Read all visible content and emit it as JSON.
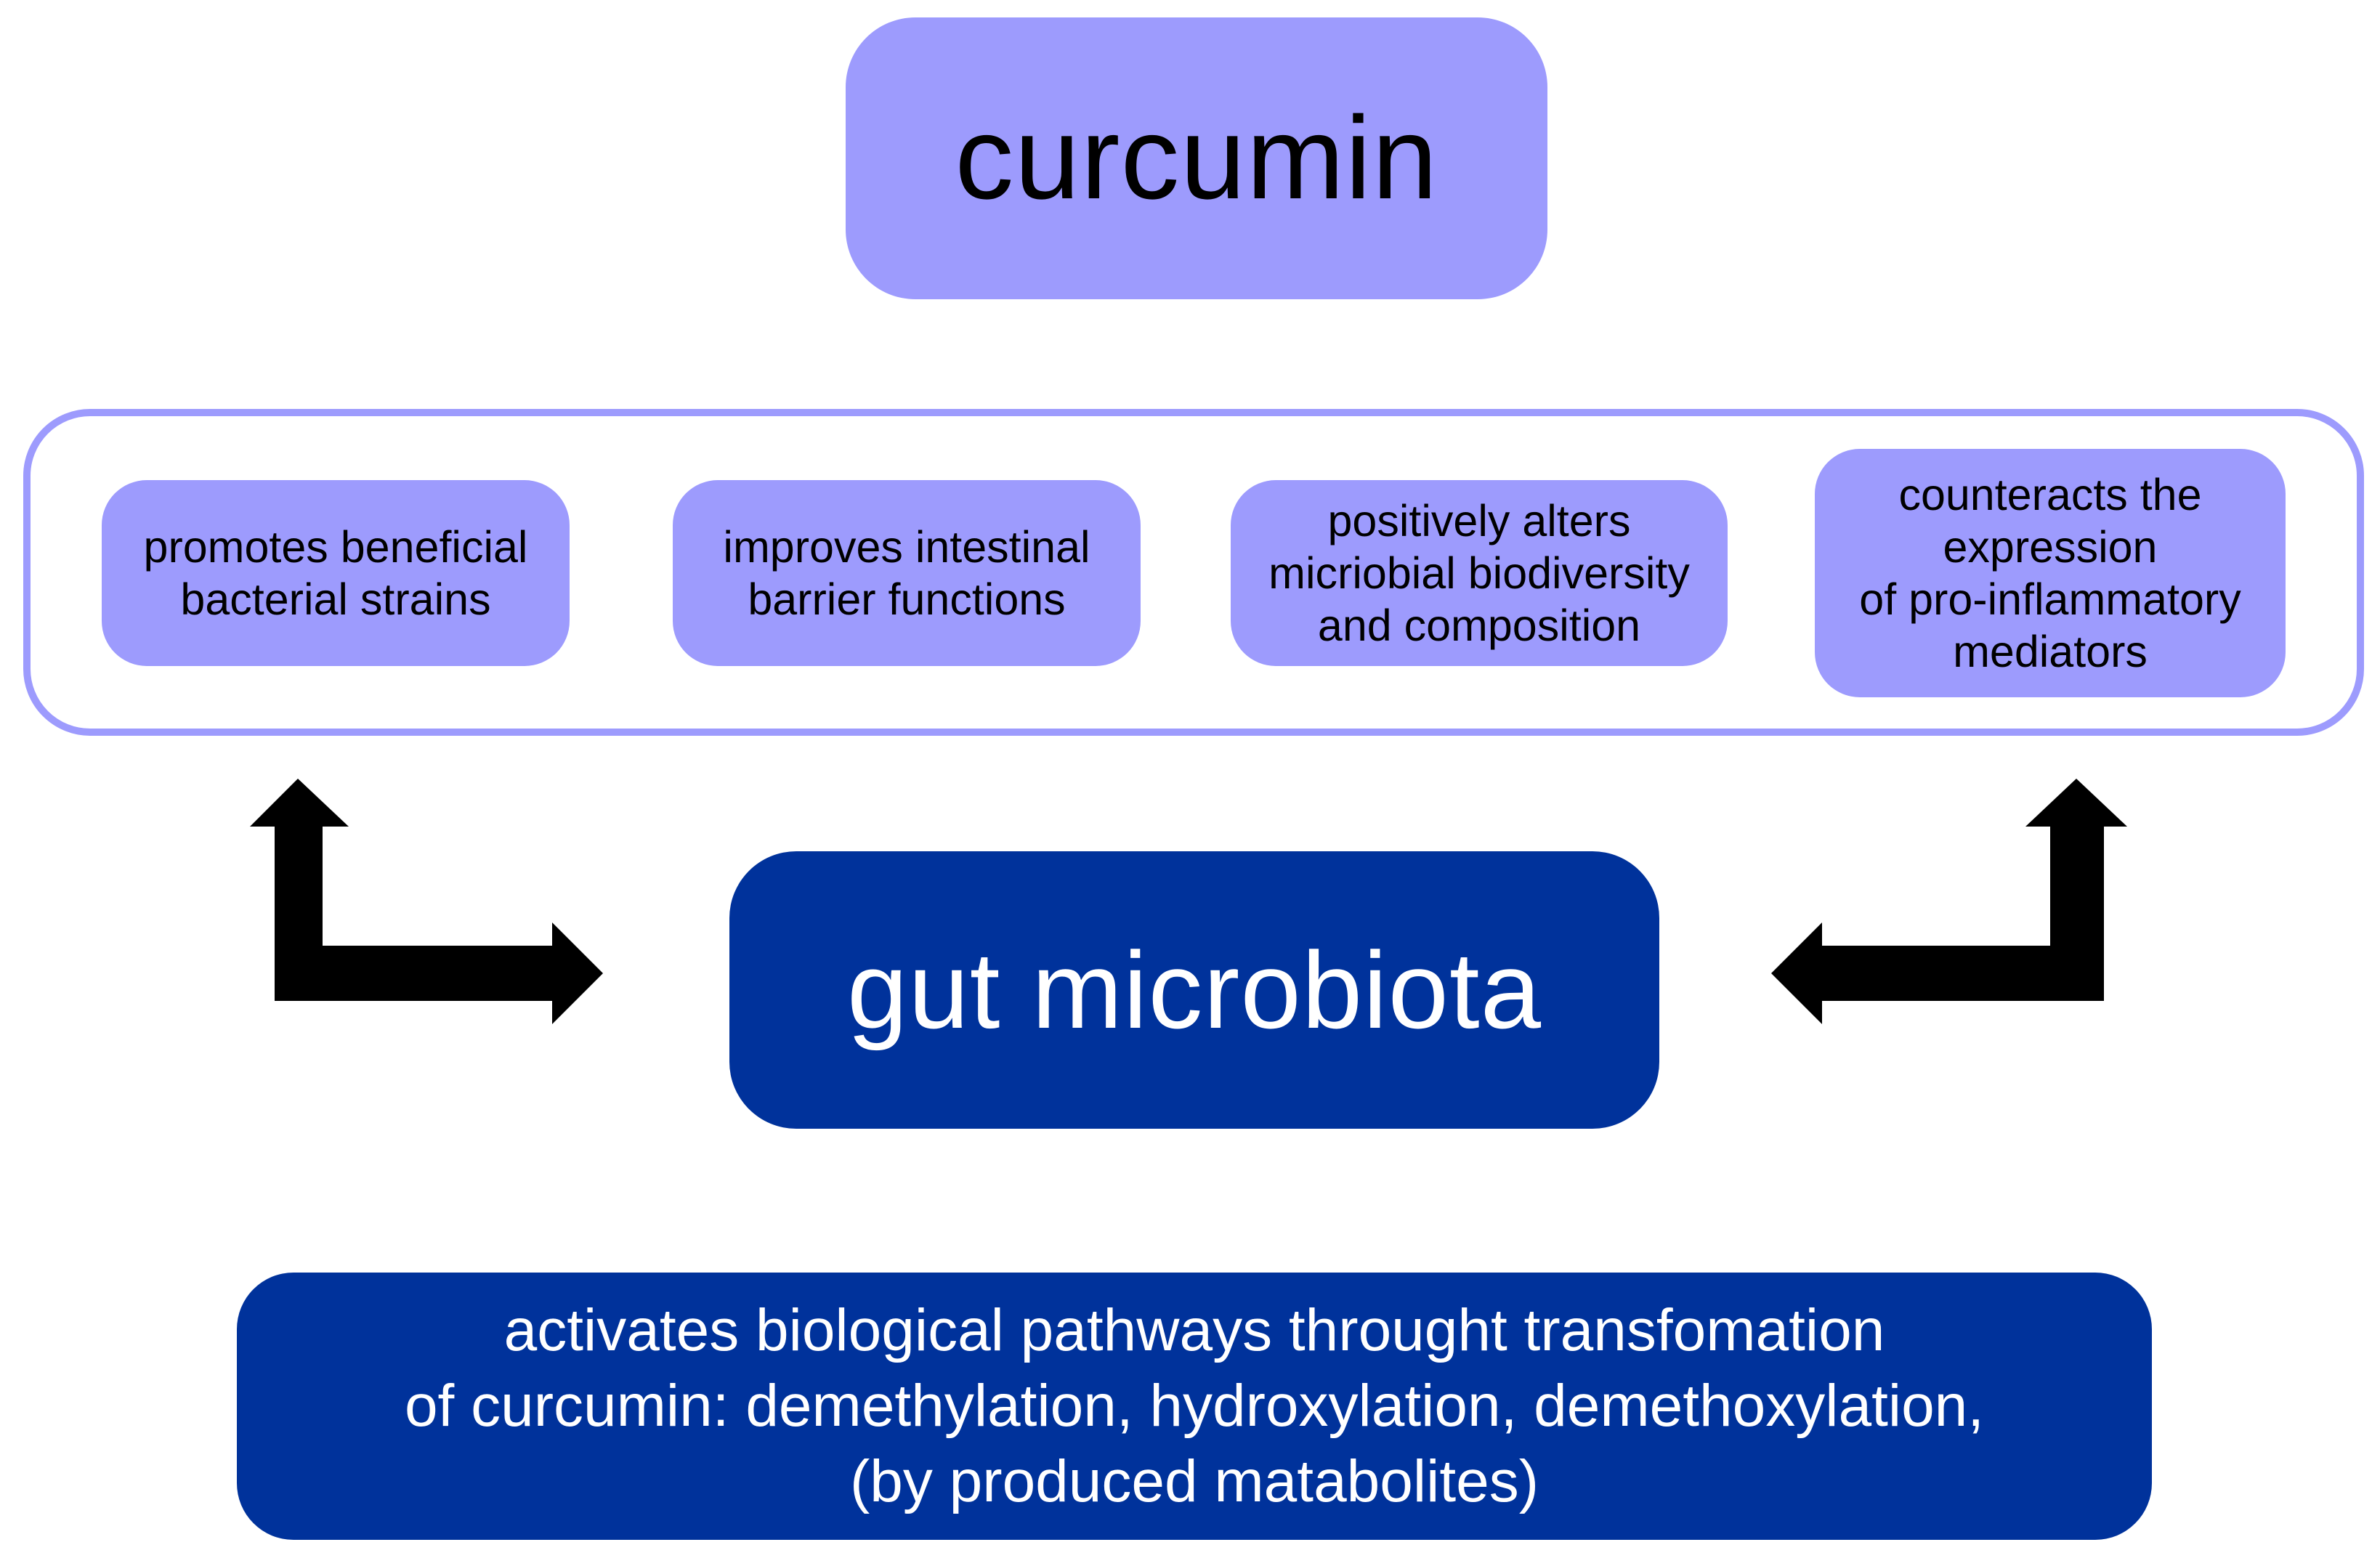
{
  "diagram": {
    "top_node": {
      "label": "curcumin"
    },
    "effects": [
      {
        "lines": [
          "promotes beneficial",
          "bacterial strains"
        ]
      },
      {
        "lines": [
          "improves intestinal",
          "barrier functions"
        ]
      },
      {
        "lines": [
          "positively alters",
          "micriobial biodiversity",
          "and composition"
        ]
      },
      {
        "lines": [
          "counteracts the",
          "expression",
          "of pro-inflammatory",
          "mediators"
        ]
      }
    ],
    "center_node": {
      "label": "gut microbiota"
    },
    "bottom_node": {
      "lines": [
        "activates biological pathways throught transfomation",
        "of curcumin: demethylation, hydroxylation, demethoxylation,",
        "(by produced matabolites)"
      ]
    },
    "colors": {
      "light_box": "#9d9bfd",
      "dark_box": "#00329b",
      "arrow": "#000000"
    }
  }
}
